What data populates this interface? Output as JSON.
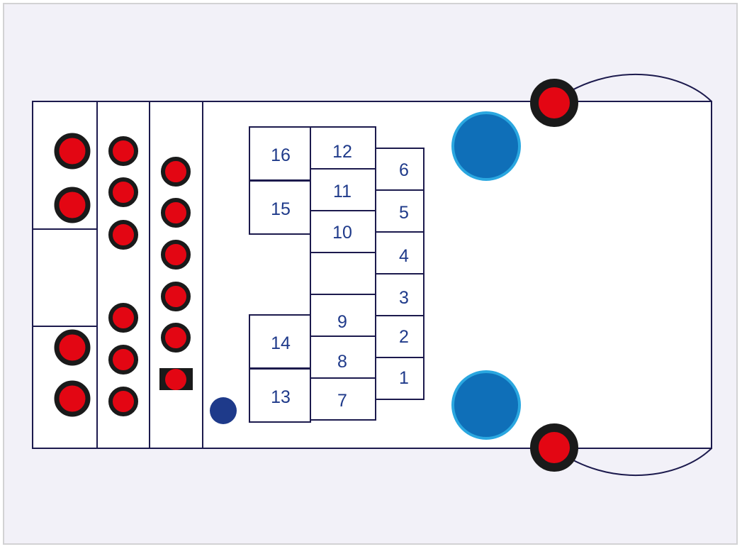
{
  "colors": {
    "background": "#f2f1f8",
    "outline": "#1c1a4d",
    "fuse_red": "#e30613",
    "fuse_ring": "#1a1a1a",
    "label_blue": "#1f3a8a",
    "large_circle_fill": "#0f6fb8",
    "large_circle_ring": "#2aa7e0",
    "small_dot": "#1e3a8a"
  },
  "slots": [
    {
      "label": "16"
    },
    {
      "label": "15"
    },
    {
      "label": "14"
    },
    {
      "label": "13"
    },
    {
      "label": "12"
    },
    {
      "label": "11"
    },
    {
      "label": "10"
    },
    {
      "label": ""
    },
    {
      "label": "9"
    },
    {
      "label": "8"
    },
    {
      "label": "7"
    },
    {
      "label": "6"
    },
    {
      "label": "5"
    },
    {
      "label": "4"
    },
    {
      "label": "3"
    },
    {
      "label": "2"
    },
    {
      "label": "1"
    }
  ]
}
